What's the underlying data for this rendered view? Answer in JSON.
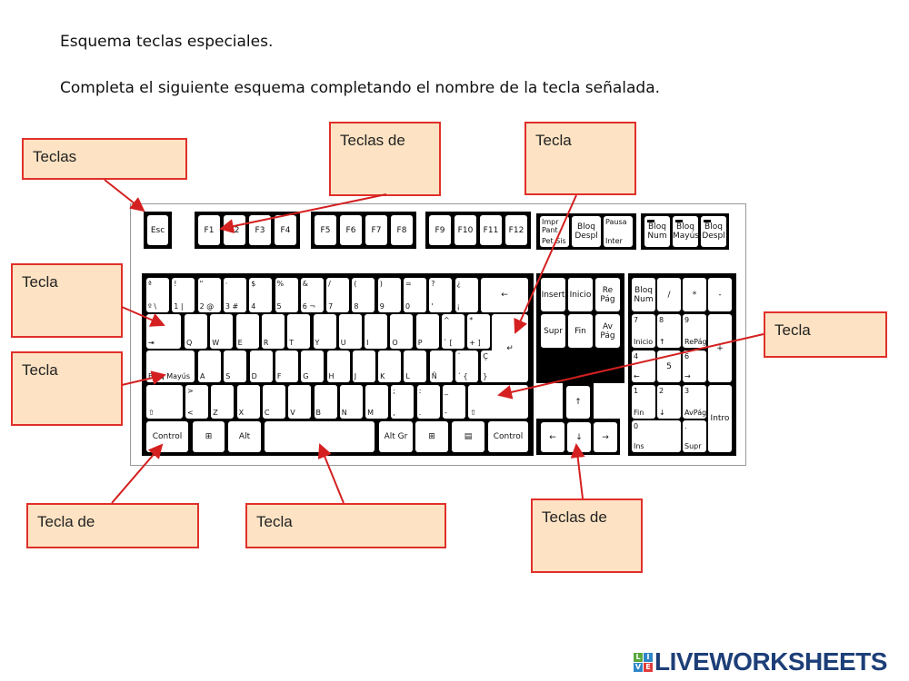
{
  "title": "Esquema teclas especiales.",
  "instruction": "Completa el siguiente esquema completando el nombre de la tecla señalada.",
  "answer_boxes": [
    "Teclas",
    "Teclas de",
    "Tecla",
    "Tecla",
    "Tecla",
    "Tecla",
    "Tecla de",
    "Tecla",
    "Teclas de"
  ],
  "keyboard": {
    "function_row": [
      "Esc",
      "F1",
      "F2",
      "F3",
      "F4",
      "F5",
      "F6",
      "F7",
      "F8",
      "F9",
      "F10",
      "F11",
      "F12"
    ],
    "system_keys": [
      [
        "Impr Pant",
        "Pet Sis"
      ],
      [
        "Bloq Despl",
        ""
      ],
      [
        "Pausa",
        "Inter"
      ]
    ],
    "lights": [
      "Bloq Num",
      "Bloq Mayús",
      "Bloq Despl"
    ],
    "row1": [
      [
        "ª",
        "º \\"
      ],
      [
        "!",
        "1 |"
      ],
      [
        "\"",
        "2 @"
      ],
      [
        "·",
        "3 #"
      ],
      [
        "$",
        "4"
      ],
      [
        "%",
        "5"
      ],
      [
        "&",
        "6 ¬"
      ],
      [
        "/",
        "7"
      ],
      [
        "(",
        "8"
      ],
      [
        ")",
        "9"
      ],
      [
        "=",
        "0"
      ],
      [
        "?",
        "'"
      ],
      [
        "¿",
        "¡"
      ],
      [
        "",
        "←"
      ]
    ],
    "row2": [
      [
        "",
        "⇥"
      ],
      [
        "",
        "Q"
      ],
      [
        "",
        "W"
      ],
      [
        "",
        "E"
      ],
      [
        "",
        "R"
      ],
      [
        "",
        "T"
      ],
      [
        "",
        "Y"
      ],
      [
        "",
        "U"
      ],
      [
        "",
        "I"
      ],
      [
        "",
        "O"
      ],
      [
        "",
        "P"
      ],
      [
        "^",
        "` ["
      ],
      [
        "*",
        "+ ]"
      ],
      [
        "",
        "↵"
      ]
    ],
    "row3": [
      [
        "",
        "Bloq Mayús"
      ],
      [
        "",
        "A"
      ],
      [
        "",
        "S"
      ],
      [
        "",
        "D"
      ],
      [
        "",
        "F"
      ],
      [
        "",
        "G"
      ],
      [
        "",
        "H"
      ],
      [
        "",
        "J"
      ],
      [
        "",
        "K"
      ],
      [
        "",
        "L"
      ],
      [
        "",
        "Ñ"
      ],
      [
        "¨",
        "´ {"
      ],
      [
        "Ç",
        "}"
      ]
    ],
    "row4": [
      [
        "",
        "⇧"
      ],
      [
        ">",
        "<"
      ],
      [
        "",
        "Z"
      ],
      [
        "",
        "X"
      ],
      [
        "",
        "C"
      ],
      [
        "",
        "V"
      ],
      [
        "",
        "B"
      ],
      [
        "",
        "N"
      ],
      [
        "",
        "M"
      ],
      [
        ";",
        ","
      ],
      [
        ":",
        "."
      ],
      [
        "_",
        "-"
      ],
      [
        "",
        "⇧"
      ]
    ],
    "row5": [
      "Control",
      "⊞",
      "Alt",
      "",
      "Alt Gr",
      "⊞",
      "▤",
      "Control"
    ],
    "nav": [
      "Insert",
      "Inicio",
      "Re Pág",
      "Supr",
      "Fin",
      "Av Pág"
    ],
    "arrows": [
      "↑",
      "←",
      "↓",
      "→"
    ],
    "numpad": [
      [
        "Bloq Num",
        ""
      ],
      [
        "/",
        ""
      ],
      [
        "*",
        ""
      ],
      [
        "-",
        ""
      ],
      [
        "7",
        "Inicio"
      ],
      [
        "8",
        "↑"
      ],
      [
        "9",
        "RePág"
      ],
      [
        "+",
        ""
      ],
      [
        "4",
        "←"
      ],
      [
        "5",
        ""
      ],
      [
        "6",
        "→"
      ],
      [
        "1",
        "Fin"
      ],
      [
        "2",
        "↓"
      ],
      [
        "3",
        "AvPág"
      ],
      [
        "Intro",
        ""
      ],
      [
        "0",
        "Ins"
      ],
      [
        ".",
        "Supr"
      ]
    ]
  },
  "colors": {
    "box_fill": "#fde3c3",
    "box_border": "#e0302a",
    "arrow": "#d42020",
    "logo": "#1d3f78"
  },
  "logo": {
    "text": "LIVEWORKSHEETS",
    "letters": [
      "L",
      "I",
      "V",
      "E"
    ]
  }
}
